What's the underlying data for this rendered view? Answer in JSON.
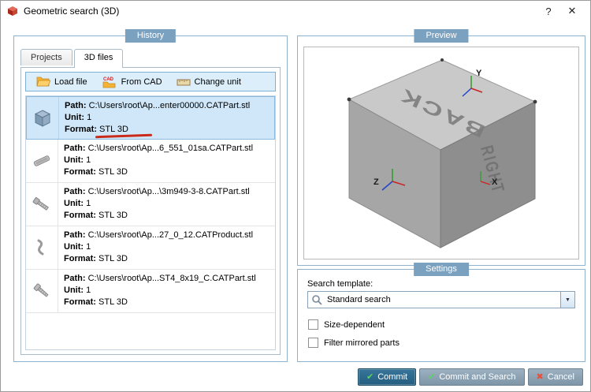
{
  "window": {
    "title": "Geometric search (3D)",
    "help": "?",
    "close": "✕"
  },
  "history": {
    "label": "History",
    "tabs": {
      "projects": "Projects",
      "files3d": "3D files"
    },
    "active_tab": "3D files",
    "toolbar": {
      "load_file": "Load file",
      "from_cad": "From CAD",
      "from_cad_badge": "CAD",
      "change_unit": "Change unit"
    },
    "field_labels": {
      "path": "Path:",
      "unit": "Unit:",
      "format": "Format:"
    },
    "selected_index": 0,
    "files": [
      {
        "path": "C:\\Users\\root\\Ap...enter00000.CATPart.stl",
        "unit": "1",
        "format": "STL 3D"
      },
      {
        "path": "C:\\Users\\root\\Ap...6_551_01sa.CATPart.stl",
        "unit": "1",
        "format": "STL 3D"
      },
      {
        "path": "C:\\Users\\root\\Ap...\\3m949-3-8.CATPart.stl",
        "unit": "1",
        "format": "STL 3D"
      },
      {
        "path": "C:\\Users\\root\\Ap...27_0_12.CATProduct.stl",
        "unit": "1",
        "format": "STL 3D"
      },
      {
        "path": "C:\\Users\\root\\Ap...ST4_8x19_C.CATPart.stl",
        "unit": "1",
        "format": "STL 3D"
      }
    ]
  },
  "preview": {
    "label": "Preview",
    "cube_top_text": "BACK",
    "cube_side_text": "RIGHT",
    "axes": {
      "x": "X",
      "y": "Y",
      "z": "Z"
    }
  },
  "settings": {
    "label": "Settings",
    "search_template_label": "Search template:",
    "search_template_value": "Standard search",
    "size_dependent_label": "Size-dependent",
    "size_dependent_checked": false,
    "filter_mirrored_label": "Filter mirrored parts",
    "filter_mirrored_checked": false
  },
  "footer": {
    "commit": "Commit",
    "commit_and_search": "Commit and Search",
    "cancel": "Cancel"
  },
  "icons": {
    "dropdown_arrow": "▼",
    "check": "✔",
    "cancel_x": "✖"
  },
  "colors": {
    "group_label_bg": "#7ba1c0",
    "group_border": "#8fb3cf",
    "selection_bg": "#cfe7f8",
    "toolbar_bg": "#dceefa",
    "commit_button_bg": "#235e80",
    "secondary_button_bg": "#7e96a8",
    "annotation_red": "#c92a1a"
  }
}
